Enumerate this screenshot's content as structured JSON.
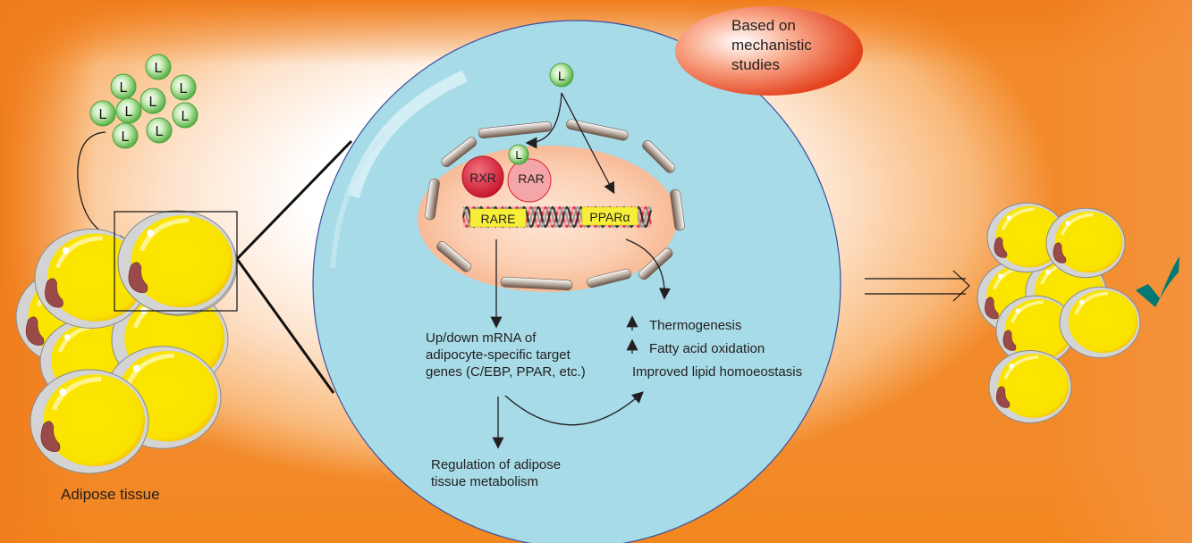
{
  "title": "Retinoid/ligand action on adipose tissue",
  "callout": {
    "line1": "Based on",
    "line2": "mechanistic",
    "line3": "studies"
  },
  "ligand_symbol": "L",
  "receptors": {
    "rxr": "RXR",
    "rar": "RAR"
  },
  "dna_elements": {
    "rare": "RARE",
    "ppar": "PPARα"
  },
  "pathway_left": {
    "line1": "Up/down mRNA of",
    "line2": "adipocyte-specific target",
    "line3": "genes (C/EBP, PPAR, etc.)"
  },
  "pathway_bottom": {
    "line1": "Regulation of adipose",
    "line2": "tissue metabolism"
  },
  "pathway_right": {
    "arrow_symbol": "↑",
    "item1": "Thermogenesis",
    "item2": "Fatty acid oxidation",
    "item3": "Improved lipid homoeostasis"
  },
  "left_label": "Adipose tissue",
  "result_icon": "checkmark",
  "colors": {
    "background_orange": "#f28a2a",
    "cell_blue": "#a6dbe7",
    "nucleus": "#f9c7a3",
    "ligand_green": "#5db74b",
    "fat_yellow": "#f9e600",
    "rxr_red": "#d9263a",
    "rar_pink": "#f4a5a8",
    "callout_red": "#e8532a",
    "check_teal": "#007a73"
  }
}
